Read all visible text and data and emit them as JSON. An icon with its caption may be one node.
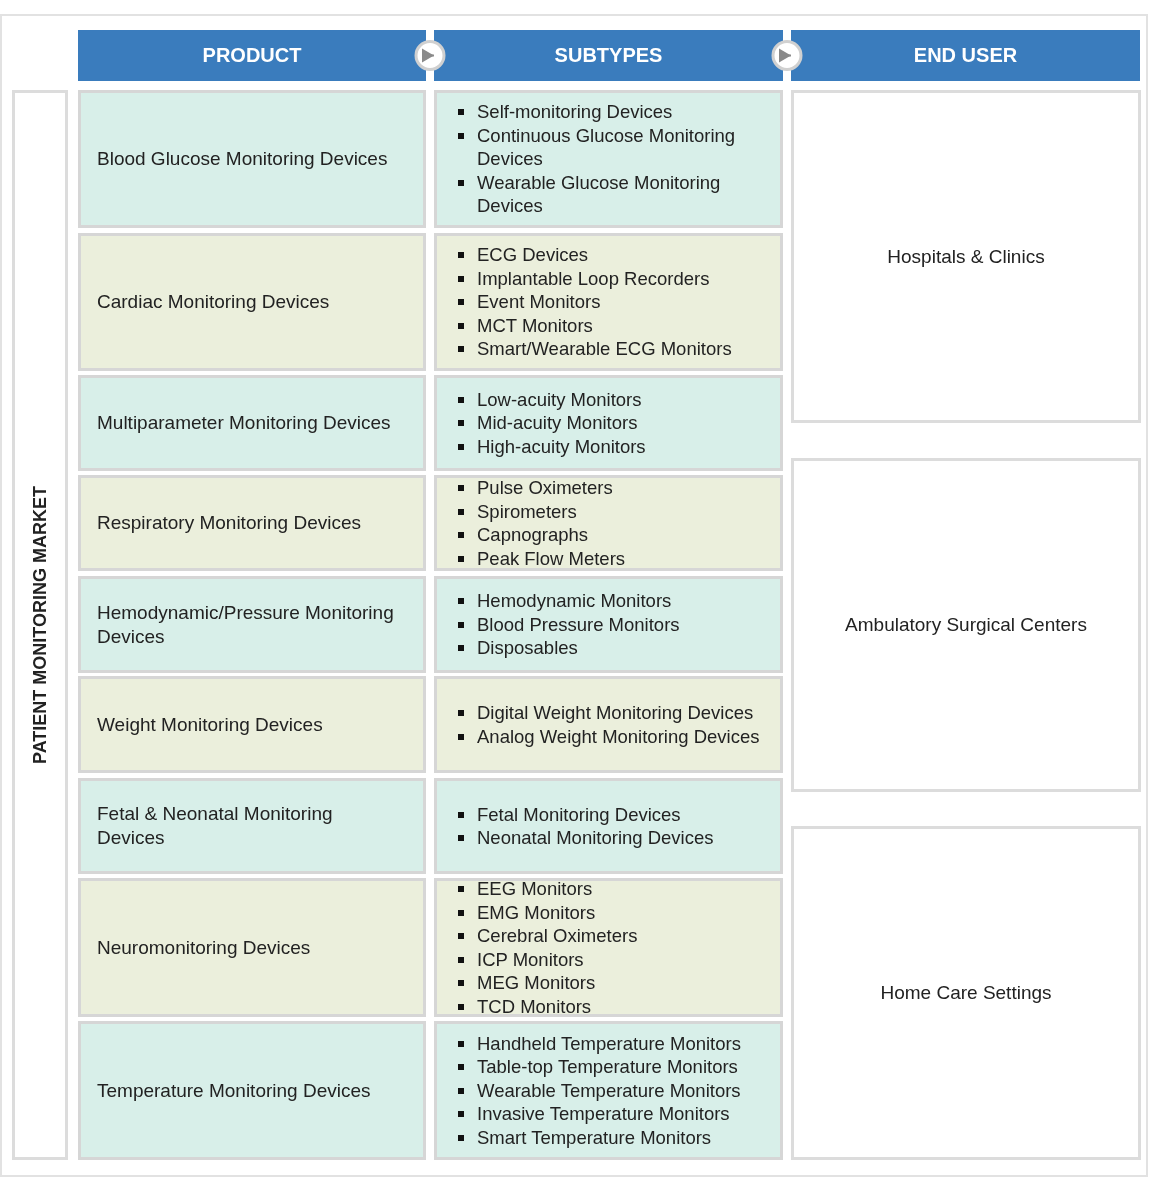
{
  "diagram": {
    "nodes": [
      {
        "text": [
          "PRODUCT"
        ]
      },
      {
        "text": [
          "SUBTYPES"
        ]
      },
      {
        "text": [
          "END USER"
        ]
      },
      {
        "text": [
          "PATIENT MONITORING MARKET"
        ]
      },
      {
        "text": [
          "Blood Glucose Monitoring Devices"
        ]
      },
      {
        "text": [
          "Self-monitoring Devices",
          "Continuous Glucose Monitoring Devices",
          "Wearable Glucose Monitoring Devices"
        ]
      },
      {
        "text": [
          "Cardiac Monitoring Devices"
        ]
      },
      {
        "text": [
          "ECG Devices",
          "Implantable Loop Recorders",
          "Event Monitors",
          "MCT Monitors",
          "Smart/Wearable ECG Monitors"
        ]
      },
      {
        "text": [
          "Multiparameter Monitoring Devices"
        ]
      },
      {
        "text": [
          "Low-acuity Monitors",
          "Mid-acuity Monitors",
          "High-acuity Monitors"
        ]
      },
      {
        "text": [
          "Respiratory Monitoring Devices"
        ]
      },
      {
        "text": [
          "Pulse Oximeters",
          "Spirometers",
          "Capnographs",
          "Peak Flow Meters"
        ]
      },
      {
        "text": [
          "Hemodynamic/Pressure Monitoring Devices"
        ]
      },
      {
        "text": [
          "Hemodynamic Monitors",
          "Blood Pressure Monitors",
          "Disposables"
        ]
      },
      {
        "text": [
          "Weight Monitoring Devices"
        ]
      },
      {
        "text": [
          "Digital Weight Monitoring Devices",
          "Analog Weight Monitoring Devices"
        ]
      },
      {
        "text": [
          "Fetal & Neonatal Monitoring Devices"
        ]
      },
      {
        "text": [
          "Fetal Monitoring Devices",
          "Neonatal Monitoring Devices"
        ]
      },
      {
        "text": [
          "Neuromonitoring Devices"
        ]
      },
      {
        "text": [
          "EEG Monitors",
          "EMG Monitors",
          "Cerebral Oximeters",
          "ICP Monitors",
          "MEG Monitors",
          "TCD Monitors"
        ]
      },
      {
        "text": [
          "Temperature Monitoring Devices"
        ]
      },
      {
        "text": [
          "Handheld Temperature Monitors",
          "Table-top Temperature Monitors",
          "Wearable Temperature Monitors",
          "Invasive Temperature Monitors",
          "Smart Temperature Monitors"
        ]
      },
      {
        "text": [
          "Hospitals & Clinics"
        ]
      },
      {
        "text": [
          "Ambulatory Surgical Centers"
        ]
      },
      {
        "text": [
          "Home Care Settings"
        ]
      }
    ],
    "edges": [
      {
        "from": 0,
        "to": 1,
        "arrow": "to"
      },
      {
        "from": 1,
        "to": 2,
        "arrow": "to"
      }
    ]
  }
}
